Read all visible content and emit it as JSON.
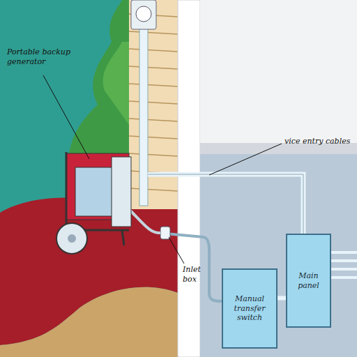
{
  "diagram": {
    "nodes": [
      {
        "text": [
          "Manual transfer switch"
        ]
      },
      {
        "text": [
          "Main panel"
        ]
      }
    ],
    "edges": [
      {
        "from": 0,
        "to": 1,
        "arrow": "none"
      }
    ],
    "labels": [
      "Portable backup generator",
      "vice entry cables",
      "Inlet box"
    ]
  }
}
